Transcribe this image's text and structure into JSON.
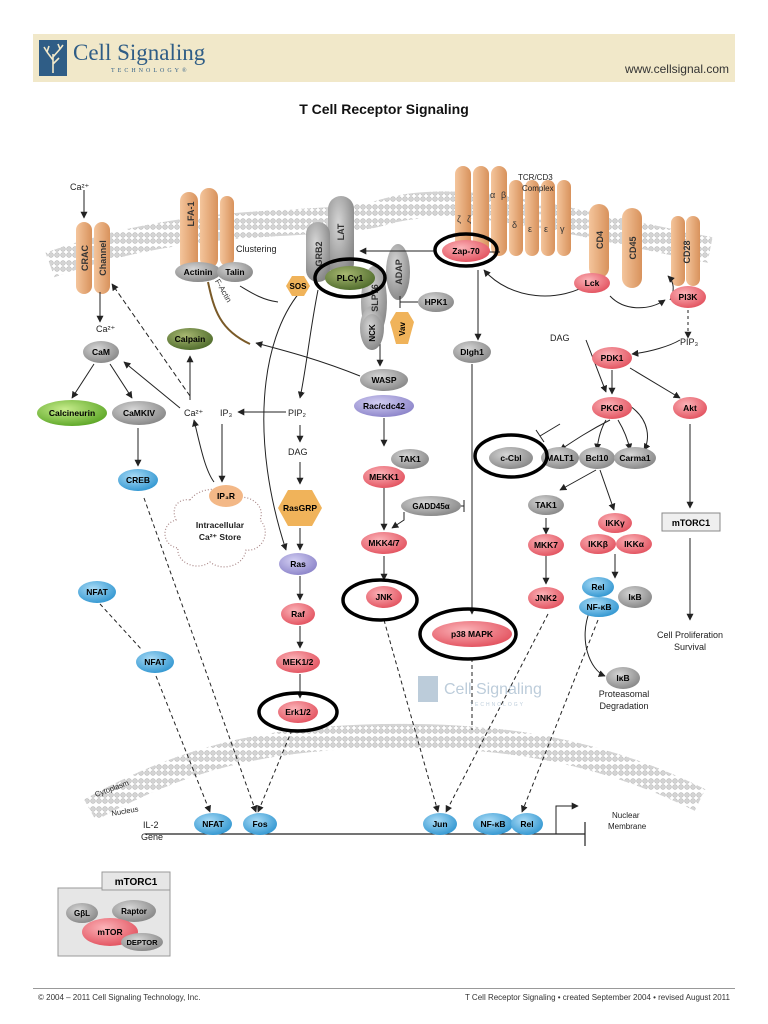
{
  "header": {
    "logo_text": "Cell Signaling",
    "logo_subtext": "TECHNOLOGY®",
    "url": "www.cellsignal.com"
  },
  "title": "T Cell Receptor Signaling",
  "watermark": {
    "text": "Cell Signaling",
    "subtext": "TECHNOLOGY"
  },
  "labels": {
    "ca_top": "Ca²⁺",
    "ca_mid": "Ca²⁺",
    "ca_right": "Ca²⁺",
    "crac": "CRAC",
    "channel": "Channel",
    "lfa1": "LFA-1",
    "clustering": "Clustering",
    "factin": "F-Actin",
    "grb2": "GRB2",
    "lat": "LAT",
    "slp76": "SLP76",
    "adap": "ADAP",
    "tcr": "TCR/CD3",
    "complex": "Complex",
    "alpha": "α",
    "beta": "β",
    "zeta1": "ζ",
    "zeta2": "ζ",
    "delta": "δ",
    "eps1": "ε",
    "eps2": "ε",
    "gamma": "γ",
    "cd4": "CD4",
    "cd45": "CD45",
    "cd28": "CD28",
    "ip3": "IP₃",
    "pip2": "PIP₂",
    "dag1": "DAG",
    "dag2": "DAG",
    "pip3": "PIP₃",
    "store1": "Intracellular",
    "store2": "Ca²⁺ Store",
    "cytoplasm": "Cytoplasm",
    "nucleus": "Nucleus",
    "il2": "IL-2",
    "gene": "Gene",
    "nuclear": "Nuclear",
    "membrane": "Membrane",
    "prolif1": "Cell Proliferation",
    "prolif2": "Survival",
    "proteasomal": "Proteasomal",
    "degradation": "Degradation"
  },
  "nodes": {
    "actinin": "Actinin",
    "talin": "Talin",
    "sos": "SOS",
    "plcg1": "PLCγ1",
    "zap70": "Zap-70",
    "lck": "Lck",
    "pi3k": "PI3K",
    "hpk1": "HPK1",
    "nck": "NCK",
    "vav": "Vav",
    "cam": "CaM",
    "calpain": "Calpain",
    "calcineurin": "Calcineurin",
    "camkiv": "CaMKIV",
    "creb": "CREB",
    "ip3r": "IP₃R",
    "rasgrp": "RasGRP",
    "ras": "Ras",
    "raf": "Raf",
    "mek12": "MEK1/2",
    "erk12": "Erk1/2",
    "wasp": "WASP",
    "rac": "Rac/cdc42",
    "tak1a": "TAK1",
    "mekk1": "MEKK1",
    "gadd45": "GADD45α",
    "mkk47": "MKK4/7",
    "jnk": "JNK",
    "dlgh1": "Dlgh1",
    "p38": "p38 MAPK",
    "pdk1": "PDK1",
    "pkct": "PKCθ",
    "akt": "Akt",
    "ccbl": "c-Cbl",
    "malt1": "MALT1",
    "bcl10": "Bcl10",
    "carma1": "Carma1",
    "tak1b": "TAK1",
    "mkk7": "MKK7",
    "jnk2": "JNK2",
    "ikkg": "IKKγ",
    "ikkb": "IKKβ",
    "ikka": "IKKα",
    "rel": "Rel",
    "nfkb": "NF-κB",
    "ikb": "IκB",
    "ikb2": "IκB",
    "mtorc1_box": "mTORC1",
    "nfat1": "NFAT",
    "nfat2": "NFAT",
    "nfat_n": "NFAT",
    "fos": "Fos",
    "jun": "Jun",
    "nfkb_n": "NF-κB",
    "rel_n": "Rel"
  },
  "legend": {
    "title": "mTORC1",
    "gbl": "GβL",
    "raptor": "Raptor",
    "mtor": "mTOR",
    "deptor": "DEPTOR"
  },
  "footer": {
    "left": "© 2004 – 2011 Cell Signaling Technology, Inc.",
    "right": "T Cell Receptor Signaling • created September 2004 • revised August 2011"
  },
  "colors": {
    "red": "#e85f6a",
    "blue": "#3ea2d9",
    "grey": "#8c8c8c",
    "green": "#6ab02e",
    "darkgreen": "#556b2f",
    "orange": "#f0b35a",
    "purple": "#9b93d3",
    "receptor": "#e3a474"
  }
}
